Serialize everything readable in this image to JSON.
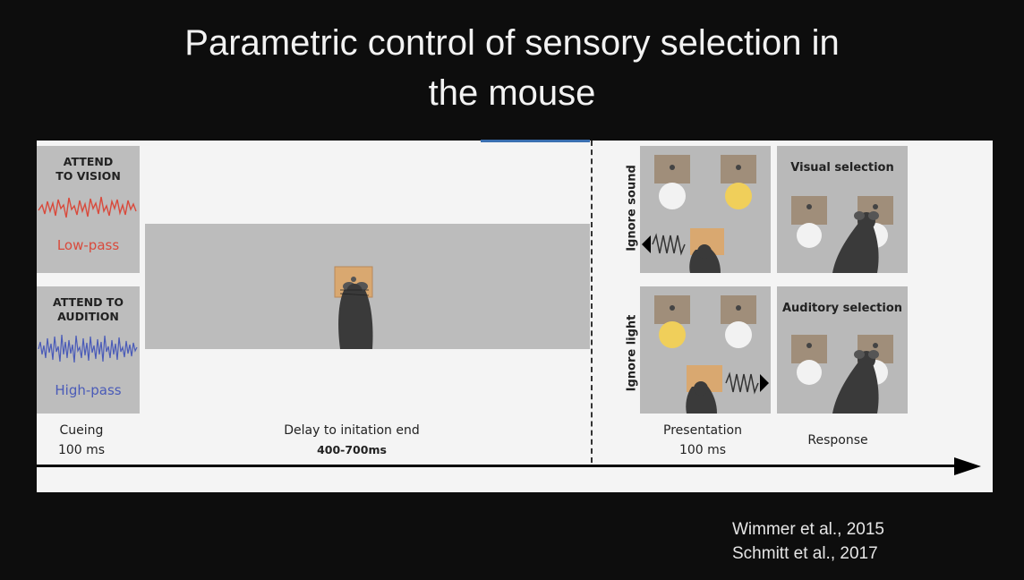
{
  "title": {
    "line1": "Parametric control of sensory selection in",
    "line2": "the mouse"
  },
  "cues": {
    "vision": {
      "heading_line1": "ATTEND",
      "heading_line2": "TO VISION",
      "filter": "Low-pass",
      "color": "#d94a3c"
    },
    "audition": {
      "heading_line1": "ATTEND TO",
      "heading_line2": "AUDITION",
      "filter": "High-pass",
      "color": "#4a5bb8"
    }
  },
  "timeline": {
    "cueing": {
      "label": "Cueing",
      "duration": "100 ms"
    },
    "delay": {
      "label": "Delay to initation end",
      "duration": "400-700ms"
    },
    "presentation": {
      "label": "Presentation",
      "duration": "100 ms"
    },
    "response": {
      "label": "Response"
    }
  },
  "conditions": {
    "ignore_sound": "Ignore sound",
    "ignore_light": "Ignore light",
    "visual_selection": "Visual selection",
    "auditory_selection": "Auditory selection"
  },
  "references": [
    "Wimmer et al.,  2015",
    "Schmitt et al., 2017"
  ],
  "colors": {
    "background": "#0d0d0d",
    "panel": "#f4f4f4",
    "tile": "#b9b9b9",
    "port": "#a08e7a",
    "light_on": "#f0cf5a",
    "light_off": "#f2f2f2"
  }
}
